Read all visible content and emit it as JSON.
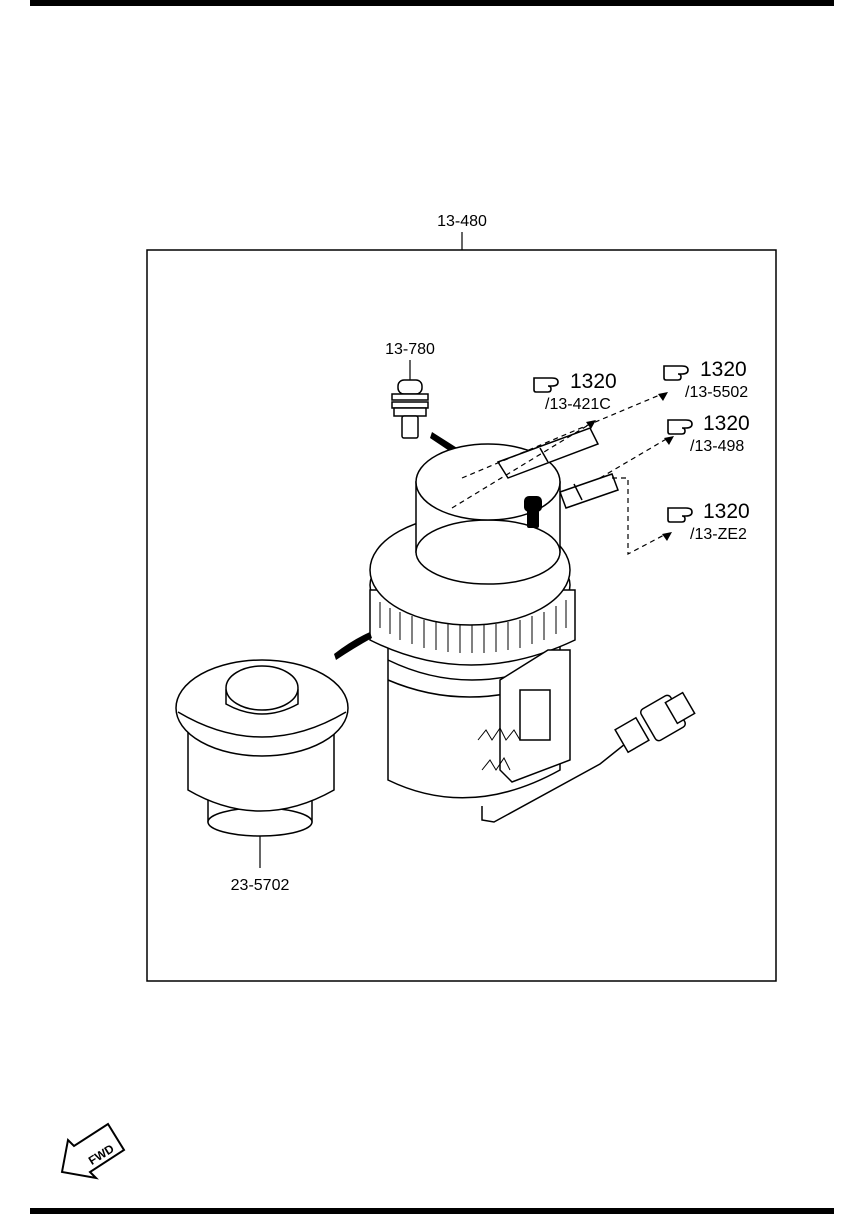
{
  "assembly": {
    "part_number": "13-480"
  },
  "parts": {
    "plug": "13-780",
    "filter_element": "23-5702"
  },
  "references": [
    {
      "group": "1320",
      "part": "/13-421C"
    },
    {
      "group": "1320",
      "part": "/13-5502"
    },
    {
      "group": "1320",
      "part": "/13-498"
    },
    {
      "group": "1320",
      "part": "/13-ZE2"
    }
  ],
  "reference_icon": "pointing-hand-icon",
  "forward_indicator": {
    "label": "FWD",
    "icon": "forward-arrow-icon"
  }
}
